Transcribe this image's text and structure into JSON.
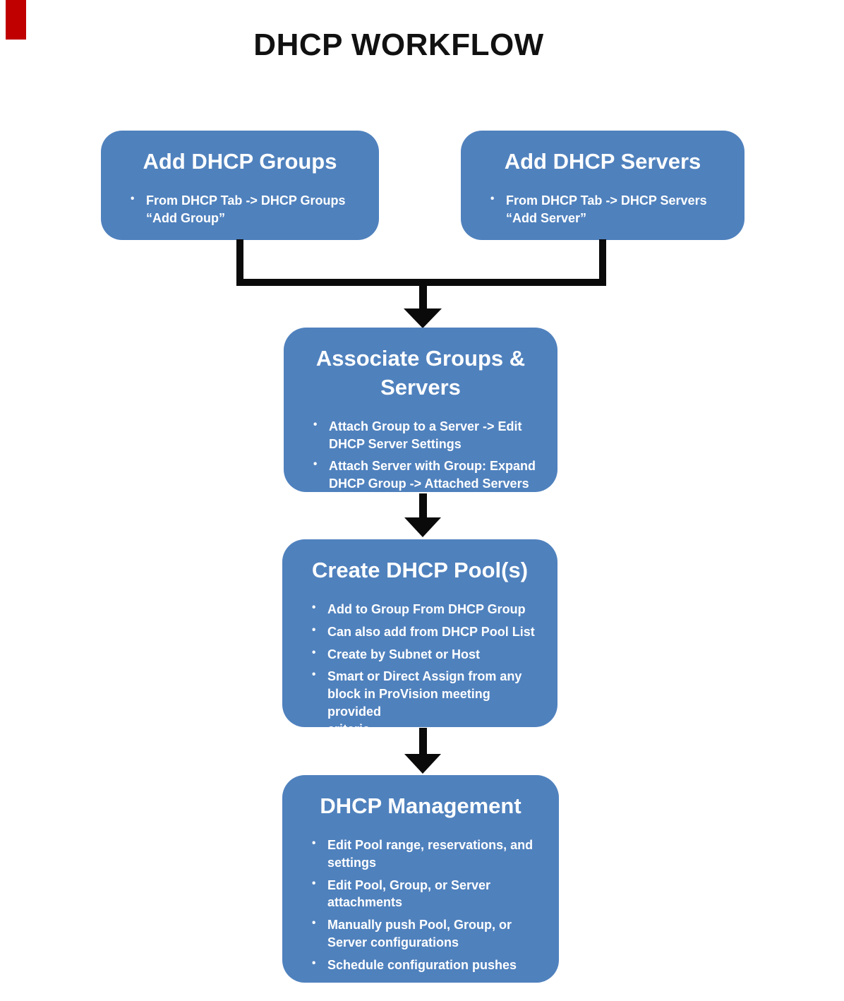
{
  "page_title": "DHCP WORKFLOW",
  "colors": {
    "box_fill": "#4f81bd",
    "box_text": "#ffffff",
    "connector": "#0a0a0a",
    "title_text": "#111111",
    "corner_marker": "#c00000",
    "background": "#ffffff"
  },
  "nodes": [
    {
      "id": "add-dhcp-groups",
      "title": "Add DHCP Groups",
      "bullets": [
        "From  DHCP Tab -> DHCP Groups\n“Add Group”"
      ]
    },
    {
      "id": "add-dhcp-servers",
      "title": "Add DHCP Servers",
      "bullets": [
        "From  DHCP Tab -> DHCP Servers\n“Add Server”"
      ]
    },
    {
      "id": "associate-groups-servers",
      "title": "Associate Groups &\nServers",
      "bullets": [
        "Attach Group to a Server -> Edit\nDHCP Server Settings",
        "Attach Server with Group: Expand\nDHCP Group -> Attached Servers"
      ]
    },
    {
      "id": "create-dhcp-pools",
      "title": "Create DHCP Pool(s)",
      "bullets": [
        "Add to Group From DHCP Group",
        "Can also add from DHCP Pool List",
        "Create by Subnet or Host",
        "Smart or Direct Assign from any\nblock in ProVision meeting provided\ncriteria"
      ]
    },
    {
      "id": "dhcp-management",
      "title": "DHCP Management",
      "bullets": [
        "Edit Pool range, reservations, and\nsettings",
        "Edit Pool, Group, or Server\nattachments",
        "Manually push Pool, Group, or\nServer configurations",
        "Schedule configuration pushes"
      ]
    }
  ],
  "edges": [
    {
      "from": "add-dhcp-groups",
      "to": "associate-groups-servers"
    },
    {
      "from": "add-dhcp-servers",
      "to": "associate-groups-servers"
    },
    {
      "from": "associate-groups-servers",
      "to": "create-dhcp-pools"
    },
    {
      "from": "create-dhcp-pools",
      "to": "dhcp-management"
    }
  ]
}
